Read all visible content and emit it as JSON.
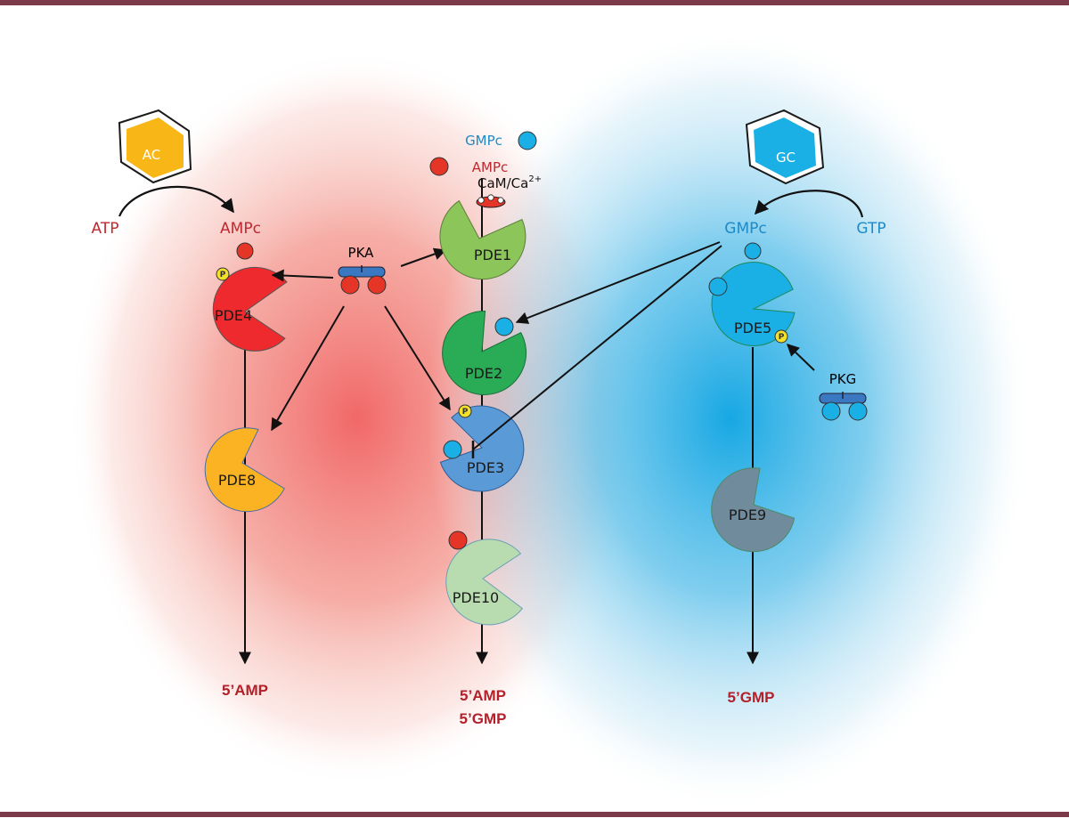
{
  "colors": {
    "border": "#7d3a48",
    "red_label": "#c0282f",
    "blue_label": "#1e8ac8",
    "product_label": "#b3202a",
    "camp_dot": "#e53527",
    "cgmp_dot": "#1ab0e6",
    "pde1": "#8cc65a",
    "pde2": "#2aab55",
    "pde3": "#5a9ad6",
    "pde4": "#ee2a2e",
    "pde5": "#1ab0e6",
    "pde8": "#fbb324",
    "pde9": "#6f8b9c",
    "pde10": "#b8dcaf",
    "ac": "#f8b617",
    "gc": "#1ab0e6",
    "kinase_body": "#3a78c2"
  },
  "left": {
    "enzyme": "AC",
    "substrate": "ATP",
    "messenger": "AMPc",
    "pdes": [
      "PDE4",
      "PDE8"
    ],
    "product": "5’AMP"
  },
  "center": {
    "legend_gmpc": "GMPc",
    "legend_ampc": "AMPc",
    "cam_base": "CaM/Ca",
    "cam_sup": "2+",
    "pdes": [
      "PDE1",
      "PDE2",
      "PDE3",
      "PDE10"
    ],
    "product_1": "5’AMP",
    "product_2": "5’GMP"
  },
  "right": {
    "enzyme": "GC",
    "substrate": "GTP",
    "messenger": "GMPc",
    "pdes": [
      "PDE5",
      "PDE9"
    ],
    "product": "5’GMP"
  },
  "kinases": {
    "pka": "PKA",
    "pkg": "PKG"
  },
  "phospho_label": "P",
  "icons": [
    "hexagon-ac-icon",
    "hexagon-gc-icon",
    "pka-icon",
    "pkg-icon",
    "pacman-enzyme-icon"
  ]
}
